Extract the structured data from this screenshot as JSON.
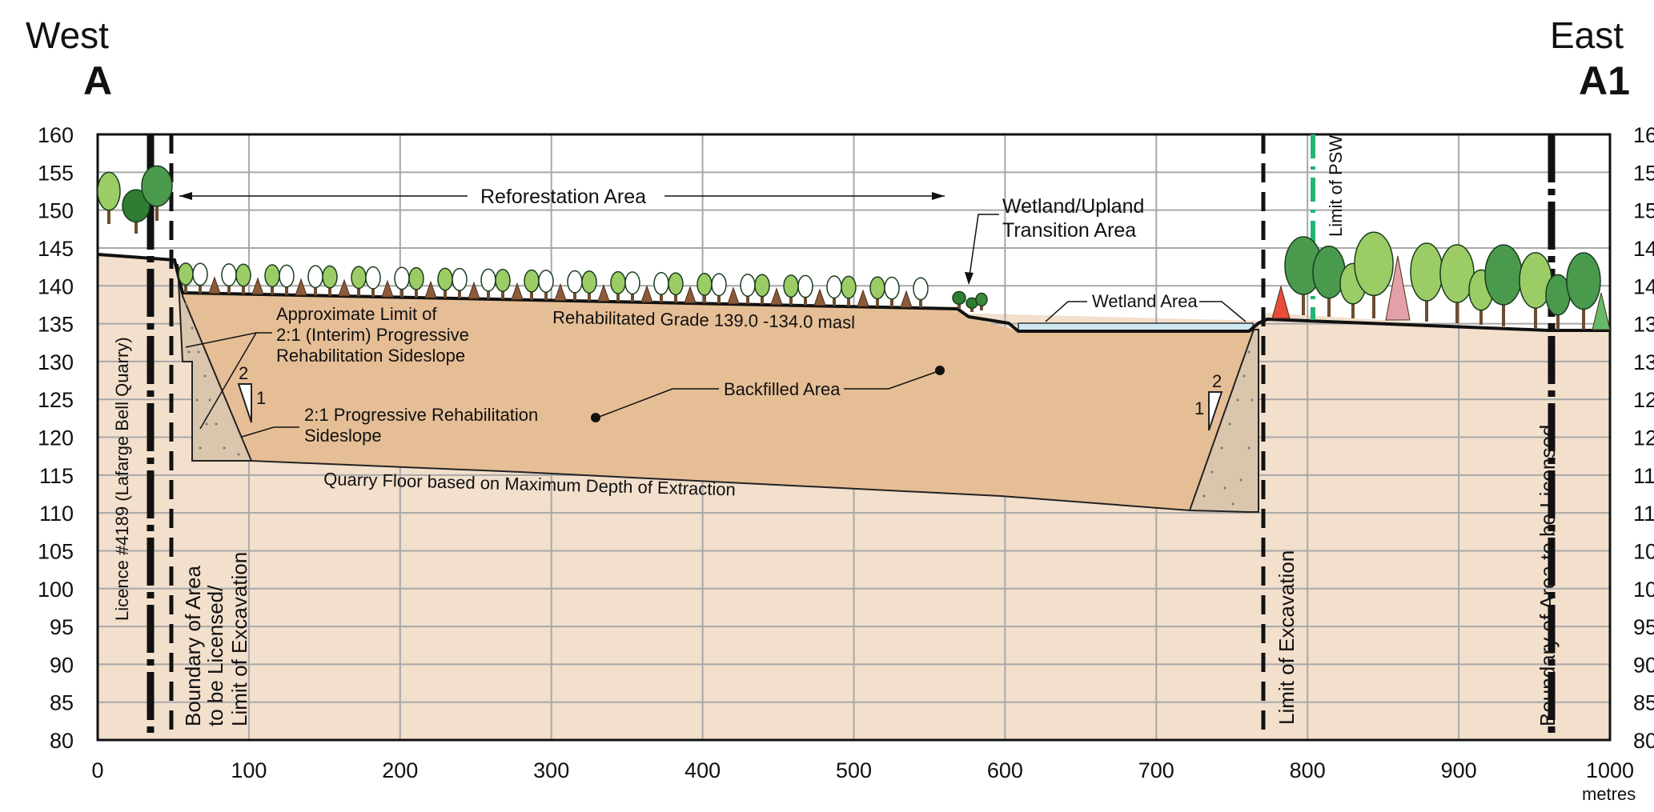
{
  "header": {
    "west": "West",
    "west_section": "A",
    "east": "East",
    "east_section": "A1"
  },
  "axes": {
    "y_ticks_left": [
      "160",
      "155",
      "150",
      "145",
      "140",
      "135",
      "130",
      "125",
      "120",
      "115",
      "110",
      "105",
      "100",
      "95",
      "90",
      "85",
      "80"
    ],
    "y_ticks_right": [
      "16",
      "15",
      "15",
      "14",
      "14",
      "13",
      "13",
      "12",
      "12",
      "11",
      "11",
      "10",
      "10",
      "95",
      "90",
      "85",
      "80"
    ],
    "x_ticks": [
      "0",
      "100",
      "200",
      "300",
      "400",
      "500",
      "600",
      "700",
      "800",
      "900",
      "1000"
    ],
    "x_unit": "metres"
  },
  "labels": {
    "reforestation": "Reforestation Area",
    "wetland_upland_1": "Wetland/Upland",
    "wetland_upland_2": "Transition Area",
    "wetland_area": "Wetland Area",
    "rehab_grade": "Rehabilitated Grade 139.0 -134.0 masl",
    "approx_limit_1": "Approximate Limit of",
    "approx_limit_2": "2:1 (Interim) Progressive",
    "approx_limit_3": "Rehabilitation Sideslope",
    "sideslope_1": "2:1 Progressive Rehabilitation",
    "sideslope_2": "Sideslope",
    "backfilled": "Backfilled Area",
    "quarry_floor": "Quarry Floor based on Maximum Depth of Extraction",
    "licence": "Licence #4189 (Lafarge Bell Quarry)",
    "boundary_west_1": "Boundary of Area",
    "boundary_west_2": "to be Licensed/",
    "boundary_west_3": "Limit of Excavation",
    "limit_excavation": "Limit of Excavation",
    "limit_psw": "Limit of PSW",
    "boundary_east": "Boundary of Area to be Licensed",
    "slope_west_v": "2",
    "slope_west_h": "1",
    "slope_east_v": "2",
    "slope_east_h": "1"
  },
  "colors": {
    "native_ground": "#f2dfcc",
    "backfill": "#e6be96",
    "sideslope": "#d9c6ad",
    "water": "#cfe8f2",
    "grid": "#a8a8a8",
    "psw": "#22b573",
    "tree_dark": "#2e7d32",
    "tree_light": "#9ccc65",
    "trunk": "#6d4c2f"
  }
}
